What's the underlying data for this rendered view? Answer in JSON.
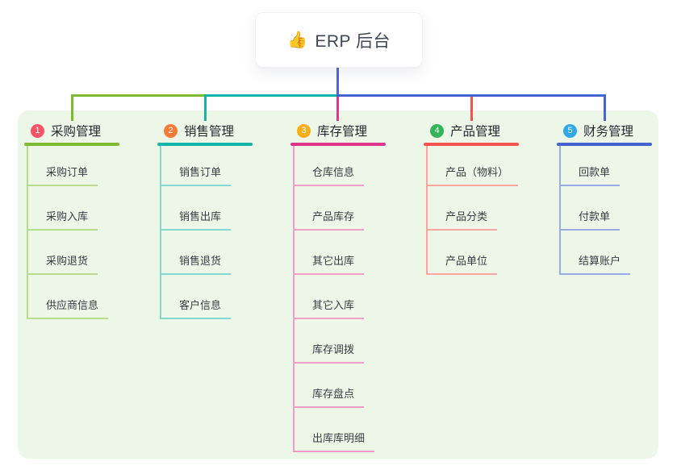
{
  "root": {
    "emoji": "👍",
    "label": "ERP 后台"
  },
  "canvas": {
    "background": "#ffffff",
    "panel_background": "#ecf7e8"
  },
  "connector": {
    "root_color": "#5564d4"
  },
  "branches": [
    {
      "index": "1",
      "label": "采购管理",
      "badge_color": "#f75467",
      "line_color": "#7eb931",
      "soft_line_color": "#b7dc8d",
      "children": [
        "采购订单",
        "采购入库",
        "采购退货",
        "供应商信息"
      ]
    },
    {
      "index": "2",
      "label": "销售管理",
      "badge_color": "#f97a34",
      "line_color": "#12b5ab",
      "soft_line_color": "#85d8d0",
      "children": [
        "销售订单",
        "销售出库",
        "销售退货",
        "客户信息"
      ]
    },
    {
      "index": "3",
      "label": "库存管理",
      "badge_color": "#fbad15",
      "line_color": "#e0368e",
      "soft_line_color": "#f29cc7",
      "children": [
        "仓库信息",
        "产品库存",
        "其它出库",
        "其它入库",
        "库存调拨",
        "库存盘点",
        "出库库明细"
      ]
    },
    {
      "index": "4",
      "label": "产品管理",
      "badge_color": "#33b457",
      "line_color": "#f6524e",
      "soft_line_color": "#fba5a0",
      "children": [
        "产品（物料）",
        "产品分类",
        "产品单位"
      ]
    },
    {
      "index": "5",
      "label": "财务管理",
      "badge_color": "#2da8e8",
      "line_color": "#4663d2",
      "soft_line_color": "#9aace5",
      "children": [
        "回款单",
        "付款单",
        "结算账户"
      ]
    }
  ]
}
